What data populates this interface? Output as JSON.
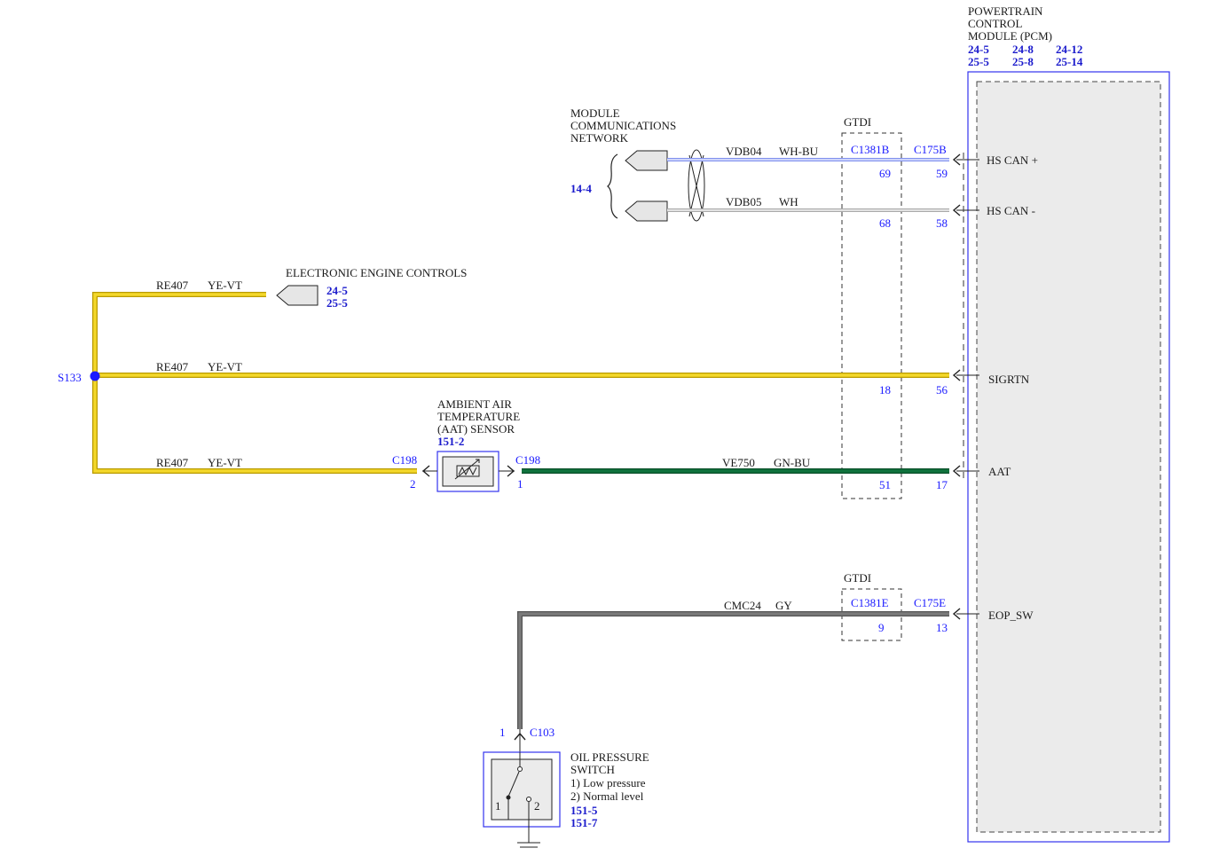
{
  "pcm": {
    "title_lines": [
      "POWERTRAIN",
      "CONTROL",
      "MODULE (PCM)"
    ],
    "refs_row1": [
      "24-5",
      "24-8",
      "24-12"
    ],
    "refs_row2": [
      "25-5",
      "25-8",
      "25-14"
    ],
    "pins": {
      "hs_can_plus": "HS CAN +",
      "hs_can_minus": "HS CAN -",
      "sigrtn": "SIGRTN",
      "aat": "AAT",
      "eop_sw": "EOP_SW"
    }
  },
  "mcn": {
    "title_lines": [
      "MODULE",
      "COMMUNICATIONS",
      "NETWORK"
    ],
    "ref": "14-4"
  },
  "gtdi_top": {
    "label": "GTDI",
    "conn_a": "C1381B",
    "conn_b": "C175B"
  },
  "gtdi_bottom": {
    "label": "GTDI",
    "conn_a": "C1381E",
    "conn_b": "C175E"
  },
  "wires": {
    "vdb04": {
      "circuit": "VDB04",
      "color": "WH-BU",
      "pin_a": "69",
      "pin_b": "59"
    },
    "vdb05": {
      "circuit": "VDB05",
      "color": "WH",
      "pin_a": "68",
      "pin_b": "58"
    },
    "re407_top": {
      "circuit": "RE407",
      "color": "YE-VT"
    },
    "re407_mid": {
      "circuit": "RE407",
      "color": "YE-VT",
      "pin_a": "18",
      "pin_b": "56"
    },
    "re407_bot": {
      "circuit": "RE407",
      "color": "YE-VT",
      "pin": "2",
      "conn": "C198"
    },
    "ve750": {
      "circuit": "VE750",
      "color": "GN-BU",
      "pin_left": "1",
      "conn_left": "C198",
      "pin_a": "51",
      "pin_b": "17"
    },
    "cmc24": {
      "circuit": "CMC24",
      "color": "GY",
      "pin_a": "9",
      "pin_b": "13"
    }
  },
  "eec": {
    "title": "ELECTRONIC ENGINE CONTROLS",
    "ref1": "24-5",
    "ref2": "25-5"
  },
  "splice": {
    "label": "S133"
  },
  "aat_sensor": {
    "title_lines": [
      "AMBIENT AIR",
      "TEMPERATURE",
      "(AAT) SENSOR"
    ],
    "ref": "151-2"
  },
  "oil_switch": {
    "conn": "C103",
    "pin_top": "1",
    "pin_left": "1",
    "pin_right": "2",
    "title_lines": [
      "OIL PRESSURE",
      "SWITCH"
    ],
    "notes": [
      "1) Low pressure",
      "2) Normal level"
    ],
    "ref1": "151-5",
    "ref2": "151-7"
  },
  "colors": {
    "ye_vt": "#f2d21a",
    "gn_bu": "#0e6b3a",
    "gy": "#777777",
    "wh_bu": "#9aa6ff",
    "wh": "#cfcfcf",
    "link_blue": "#1a1aff",
    "module_fill": "#ebebeb"
  }
}
